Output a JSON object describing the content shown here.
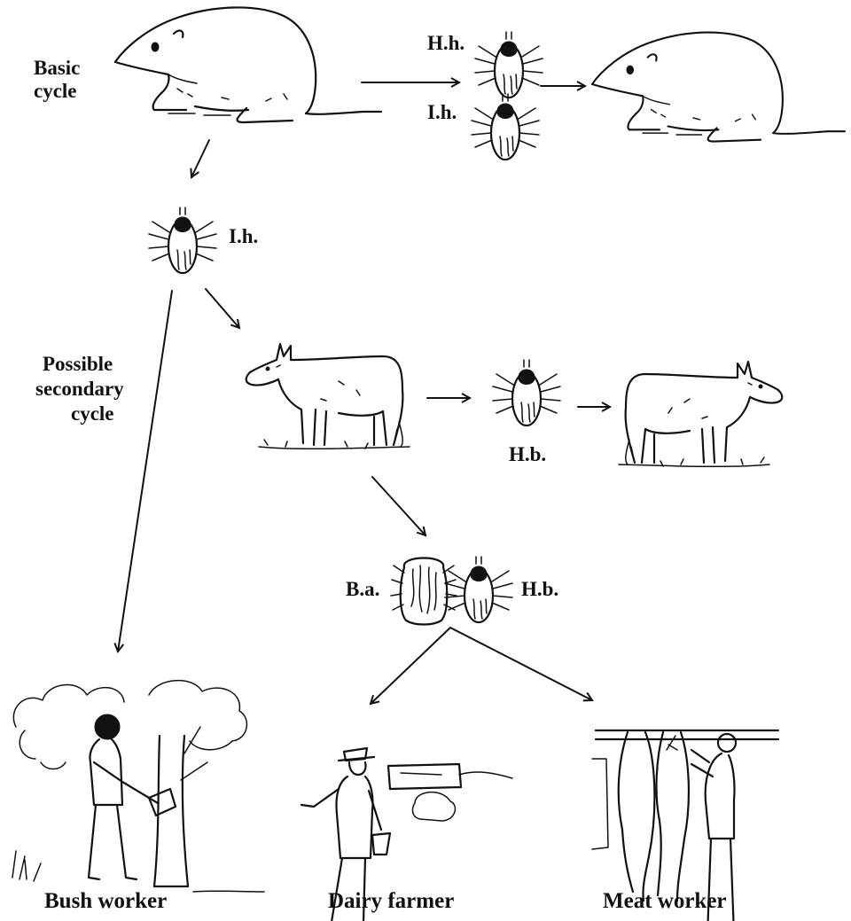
{
  "labels": {
    "basic_cycle_line1": "Basic",
    "basic_cycle_line2": "cycle",
    "secondary_line1": "Possible",
    "secondary_line2": "secondary",
    "secondary_line3": "cycle",
    "hh": "H.h.",
    "ih_top": "I.h.",
    "ih_mid": "I.h.",
    "hb_mid": "H.b.",
    "ba": "B.a.",
    "hb_bottom": "H.b."
  },
  "captions": {
    "bush_worker": "Bush worker",
    "dairy_farmer": "Dairy farmer",
    "meat_worker": "Meat worker"
  }
}
